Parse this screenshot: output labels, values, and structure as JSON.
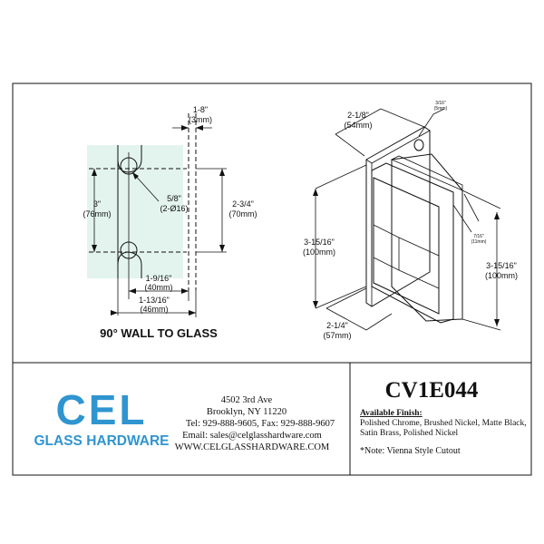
{
  "diagram": {
    "front_view": {
      "dim_top": "1-8\"",
      "dim_top_mm": "(3mm)",
      "dim_left": "3\"",
      "dim_left_mm": "(76mm)",
      "dim_hole": "5/8\"",
      "dim_hole_sub": "(2-Ø16)",
      "dim_right": "2-3/4\"",
      "dim_right_mm": "(70mm)",
      "dim_bottom1": "1-9/16\"",
      "dim_bottom1_mm": "(40mm)",
      "dim_bottom2": "1-13/16\"",
      "dim_bottom2_mm": "(46mm)",
      "caption": "90° WALL TO GLASS"
    },
    "iso_view": {
      "dim_width": "2-1/8\"",
      "dim_width_mm": "(54mm)",
      "dim_hole_small": "3/16\"",
      "dim_hole_small_mm": "(5mm)",
      "dim_height_left": "3-15/16\"",
      "dim_height_left_mm": "(100mm)",
      "dim_glass": "7/16\"",
      "dim_glass_mm": "(11mm)",
      "dim_height_right": "3-15/16\"",
      "dim_height_right_mm": "(100mm)",
      "dim_depth": "2-1/4\"",
      "dim_depth_mm": "(57mm)"
    }
  },
  "footer": {
    "logo_big": "CEL",
    "logo_sub": "GLASS HARDWARE",
    "address": {
      "line1": "4502 3rd Ave",
      "line2": "Brooklyn, NY 11220",
      "line3": "Tel: 929-888-9605, Fax: 929-888-9607",
      "line4": "Email: sales@celglasshardware.com",
      "line5": "WWW.CELGLASSHARDWARE.COM"
    },
    "model": "CV1E044",
    "finish_heading": "Available Finish:",
    "finish_line1": "Polished Chrome, Brushed Nickel, Matte Black,",
    "finish_line2": "Satin Brass, Polished Nickel",
    "note": "*Note:  Vienna  Style Cutout"
  },
  "colors": {
    "brand_blue": "#2f95d0",
    "glass": "#c8ecef",
    "glass_light": "#e3f4ef"
  }
}
